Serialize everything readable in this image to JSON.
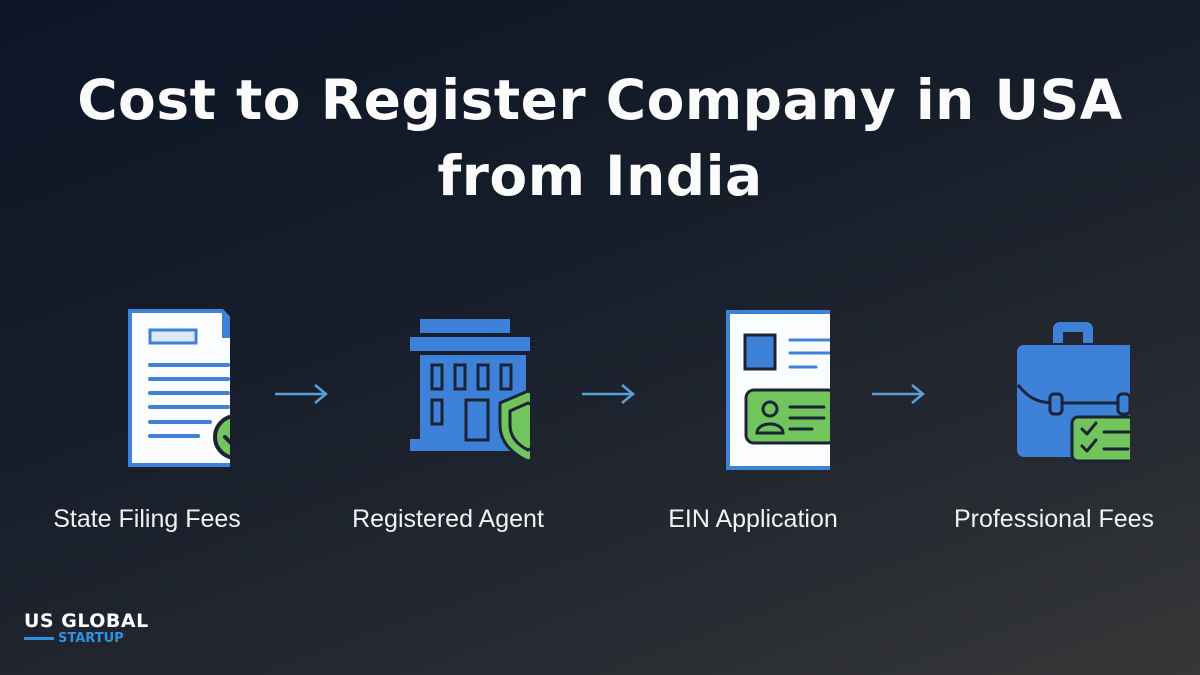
{
  "title": {
    "line1": "Cost to Register Company in USA",
    "line2": "from India"
  },
  "steps": [
    {
      "label": "State Filing Fees",
      "icon": "document-check-icon"
    },
    {
      "label": "Registered Agent",
      "icon": "building-shield-icon"
    },
    {
      "label": "EIN Application",
      "icon": "id-document-icon"
    },
    {
      "label": "Professional Fees",
      "icon": "briefcase-checklist-icon"
    }
  ],
  "arrows": [
    "arrow-right-icon",
    "arrow-right-icon",
    "arrow-right-icon"
  ],
  "logo": {
    "line1": "US GLOBAL",
    "line2": "STARTUP"
  },
  "colors": {
    "blue": "#3d82d8",
    "green": "#72c45c",
    "outline": "#1b2436",
    "accent": "#2e8fdc"
  }
}
